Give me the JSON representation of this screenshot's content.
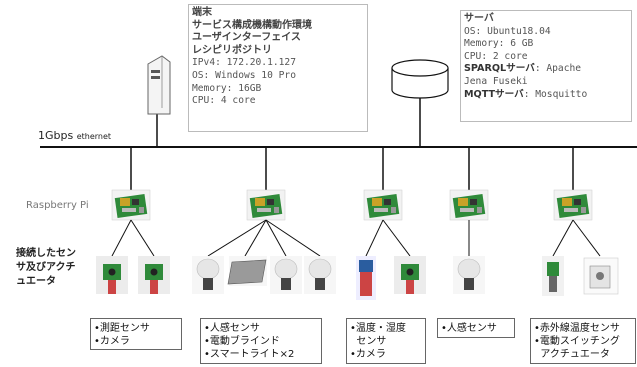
{
  "network": {
    "label_bold": "1Gbps",
    "label_small": "ethernet"
  },
  "rpi_label": "Raspberry Pi",
  "connected_label": [
    "接続したセン",
    "サ及びアクチ",
    "ュエータ"
  ],
  "terminal": {
    "title_lines": [
      "端末",
      "サービス構成機構動作環境",
      "ユーザインターフェイス",
      "レシピリポジトリ"
    ],
    "specs": [
      "IPv4: 172.20.1.127",
      "OS: Windows 10 Pro",
      "Memory: 16GB",
      "CPU: 4 core"
    ]
  },
  "server": {
    "title": "サーバ",
    "specs": [
      "OS: Ubuntu18.04",
      "Memory: 6 GB",
      "CPU: 2 core"
    ],
    "sparql_bold": "SPARQLサーバ",
    "sparql_value": ": Apache",
    "sparql_value2": "Jena Fuseki",
    "mqtt_bold": "MQTTサーバ",
    "mqtt_value": ": Mosquitto"
  },
  "sensor_groups": [
    {
      "items": [
        "•測距センサ",
        "•カメラ"
      ]
    },
    {
      "items": [
        "•人感センサ",
        "•電動ブラインド",
        "•スマートライト×2"
      ]
    },
    {
      "items": [
        "•温度・湿度",
        "  センサ",
        "•カメラ"
      ]
    },
    {
      "items": [
        "•人感センサ"
      ]
    },
    {
      "items": [
        "•赤外線温度センサ",
        "•電動スイッチング",
        "  アクチュエータ"
      ]
    }
  ],
  "icons": [
    "desktop-pc-icon",
    "database-cylinder-icon",
    "raspberry-pi-board-icon",
    "sensor-device-icon",
    "smart-bulb-icon",
    "blind-panel-icon",
    "camera-module-icon",
    "switch-actuator-icon"
  ],
  "colors": {
    "line": "#111111",
    "board": "#2f8a3a",
    "box_border": "#bbbbbb"
  }
}
